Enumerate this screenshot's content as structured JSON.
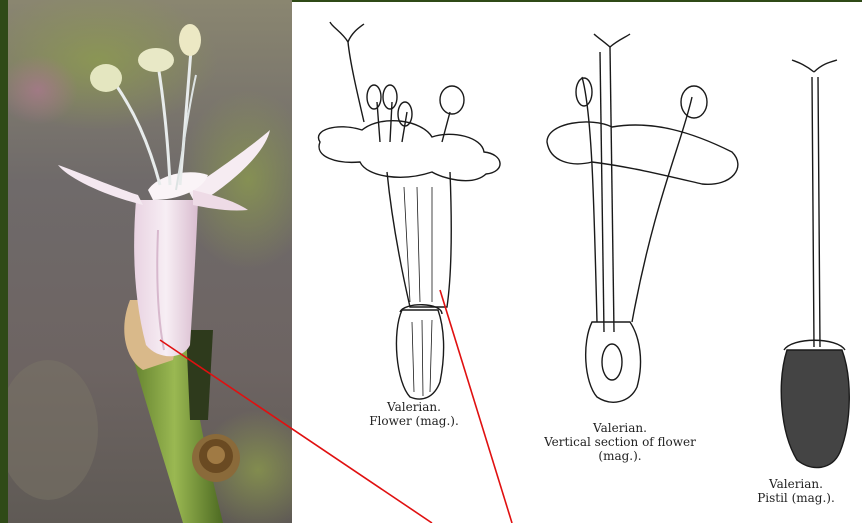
{
  "plate": {
    "flower_caption": [
      "Valerian.",
      "Flower (mag.)."
    ],
    "section_caption": [
      "Valerian.",
      "Vertical section of flower",
      "(mag.)."
    ],
    "pistil_caption": [
      "Valerian.",
      "Pistil (mag.)."
    ]
  },
  "colors": {
    "background": "#2f4a17",
    "pointer_line": "#e01010",
    "petal": "#f1e6ee",
    "stem": "#7a9a3c"
  }
}
